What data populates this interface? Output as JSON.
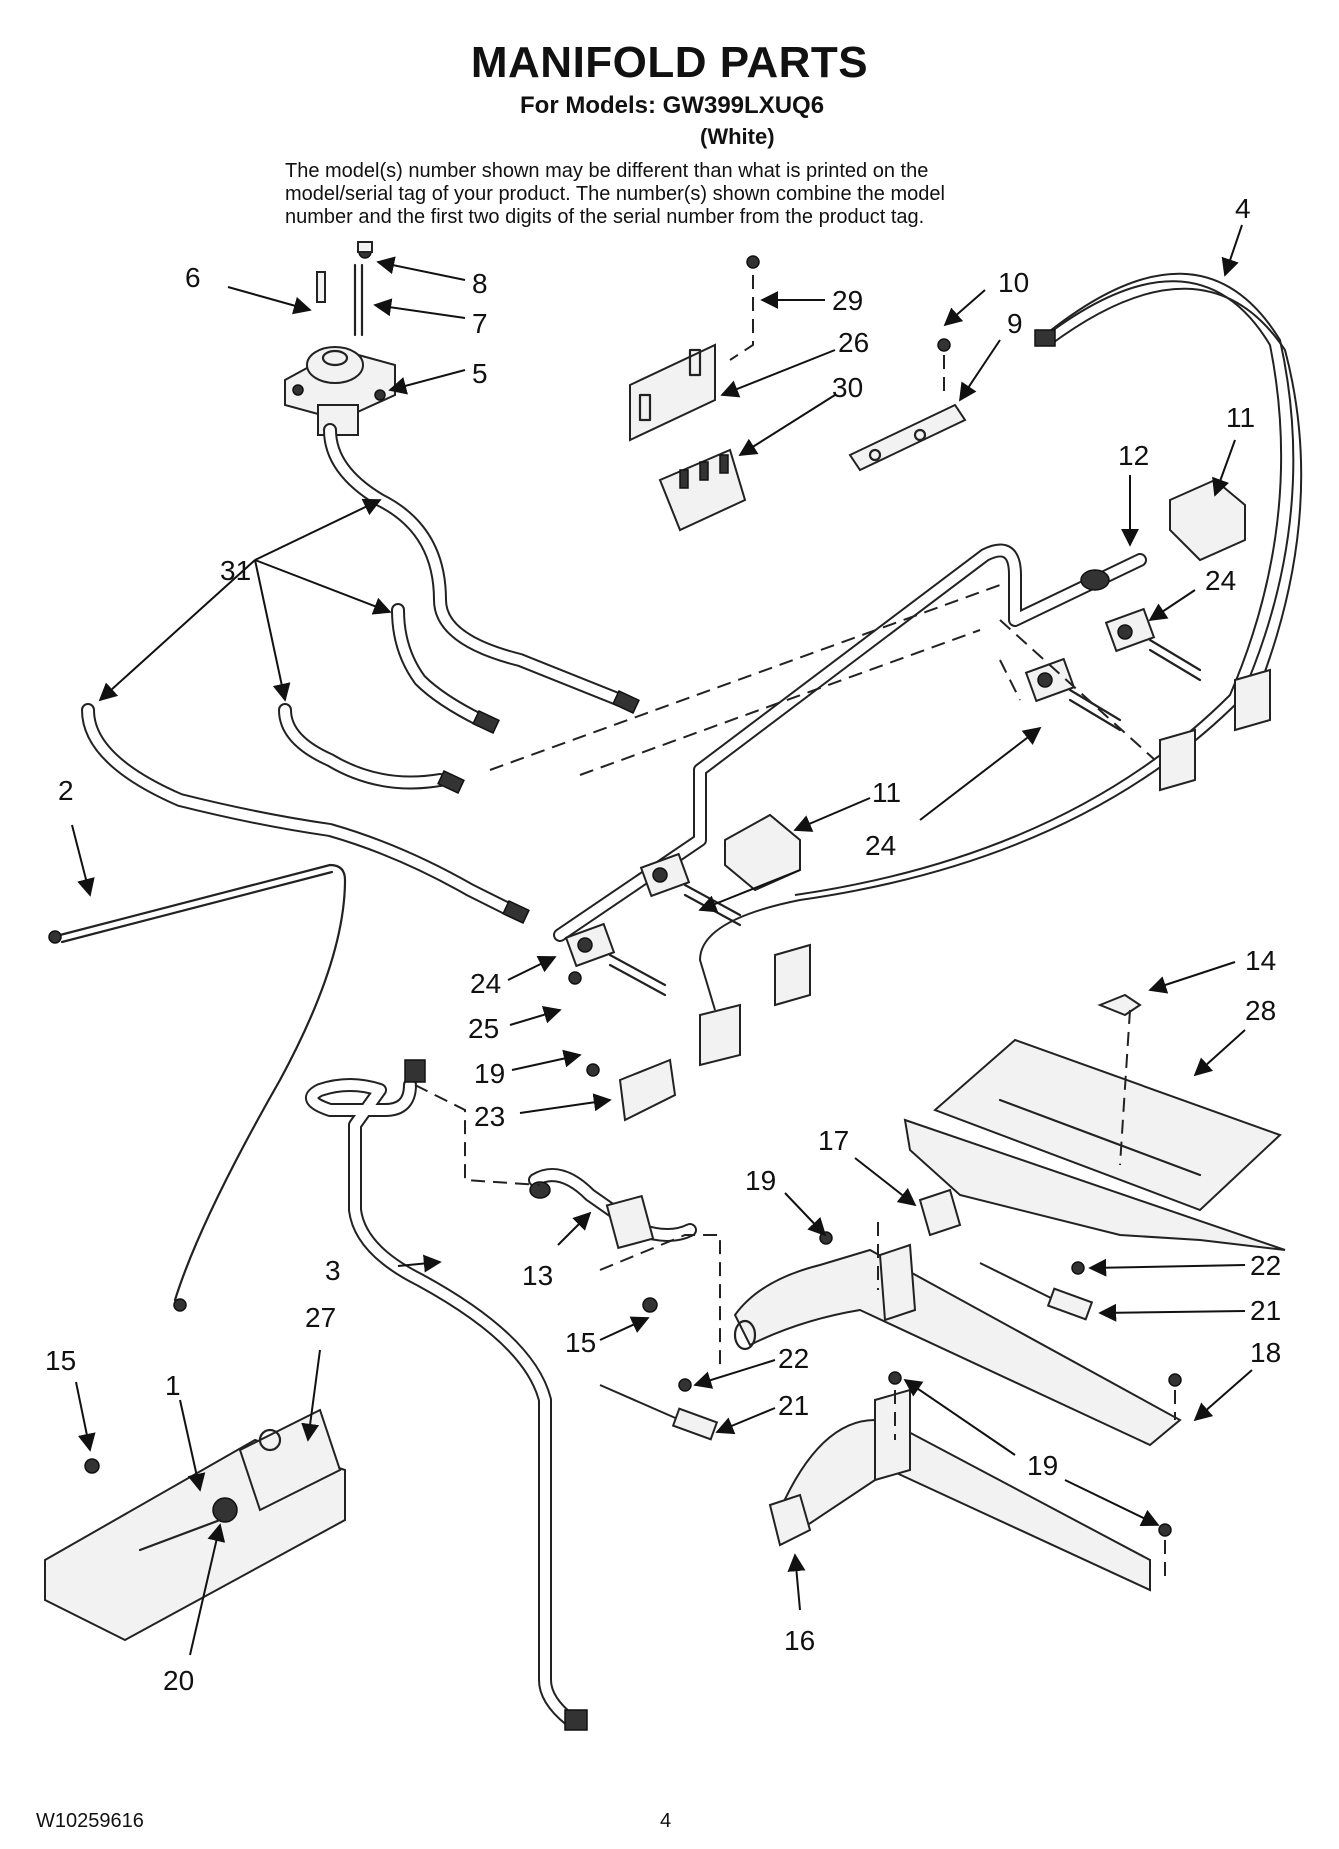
{
  "header": {
    "title": "MANIFOLD PARTS",
    "subtitle": "For Models: GW399LXUQ6",
    "color": "(White)",
    "intro_lines": [
      "The model(s) number shown may be different than what is printed on the",
      "model/serial tag of your product. The number(s) shown combine the model",
      "number and the first two digits of the serial number from the product tag."
    ]
  },
  "callouts": {
    "c1": "1",
    "c2": "2",
    "c3": "3",
    "c4": "4",
    "c5": "5",
    "c6": "6",
    "c7": "7",
    "c8": "8",
    "c9": "9",
    "c10": "10",
    "c11a": "11",
    "c11b": "11",
    "c12": "12",
    "c13": "13",
    "c14": "14",
    "c15a": "15",
    "c15b": "15",
    "c16": "16",
    "c17": "17",
    "c18": "18",
    "c19a": "19",
    "c19b": "19",
    "c19c": "19",
    "c20": "20",
    "c21a": "21",
    "c21b": "21",
    "c22a": "22",
    "c22b": "22",
    "c23": "23",
    "c24a": "24",
    "c24b": "24",
    "c24c": "24",
    "c25": "25",
    "c26": "26",
    "c27": "27",
    "c28": "28",
    "c29": "29",
    "c30": "30",
    "c31": "31"
  },
  "footer": {
    "doc_number": "W10259616",
    "page_number": "4"
  }
}
